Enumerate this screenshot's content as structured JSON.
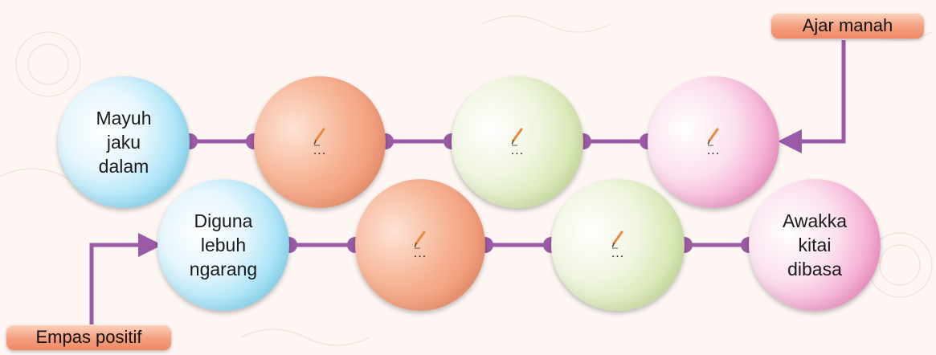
{
  "diagram": {
    "row1": [
      {
        "type": "text",
        "text": "Mayuh\njaku\ndalam",
        "color": "blue"
      },
      {
        "type": "blank",
        "text": "...",
        "color": "orange"
      },
      {
        "type": "blank",
        "text": "...",
        "color": "green"
      },
      {
        "type": "blank",
        "text": "...",
        "color": "pink"
      }
    ],
    "row2": [
      {
        "type": "text",
        "text": "Diguna\nlebuh\nngarang",
        "color": "blue"
      },
      {
        "type": "blank",
        "text": "...",
        "color": "orange"
      },
      {
        "type": "blank",
        "text": "...",
        "color": "green"
      },
      {
        "type": "text",
        "text": "Awakka\nkitai\ndibasa",
        "color": "pink"
      }
    ],
    "tags": {
      "top_right": "Ajar manah",
      "bottom_left": "Empas positif"
    },
    "colors": {
      "connector": "#9b5aa6",
      "blue": "#56c6ec",
      "orange": "#ef8e6a",
      "green": "#b9d47b",
      "pink": "#ea62ad",
      "tag": "#f49f7e"
    }
  }
}
